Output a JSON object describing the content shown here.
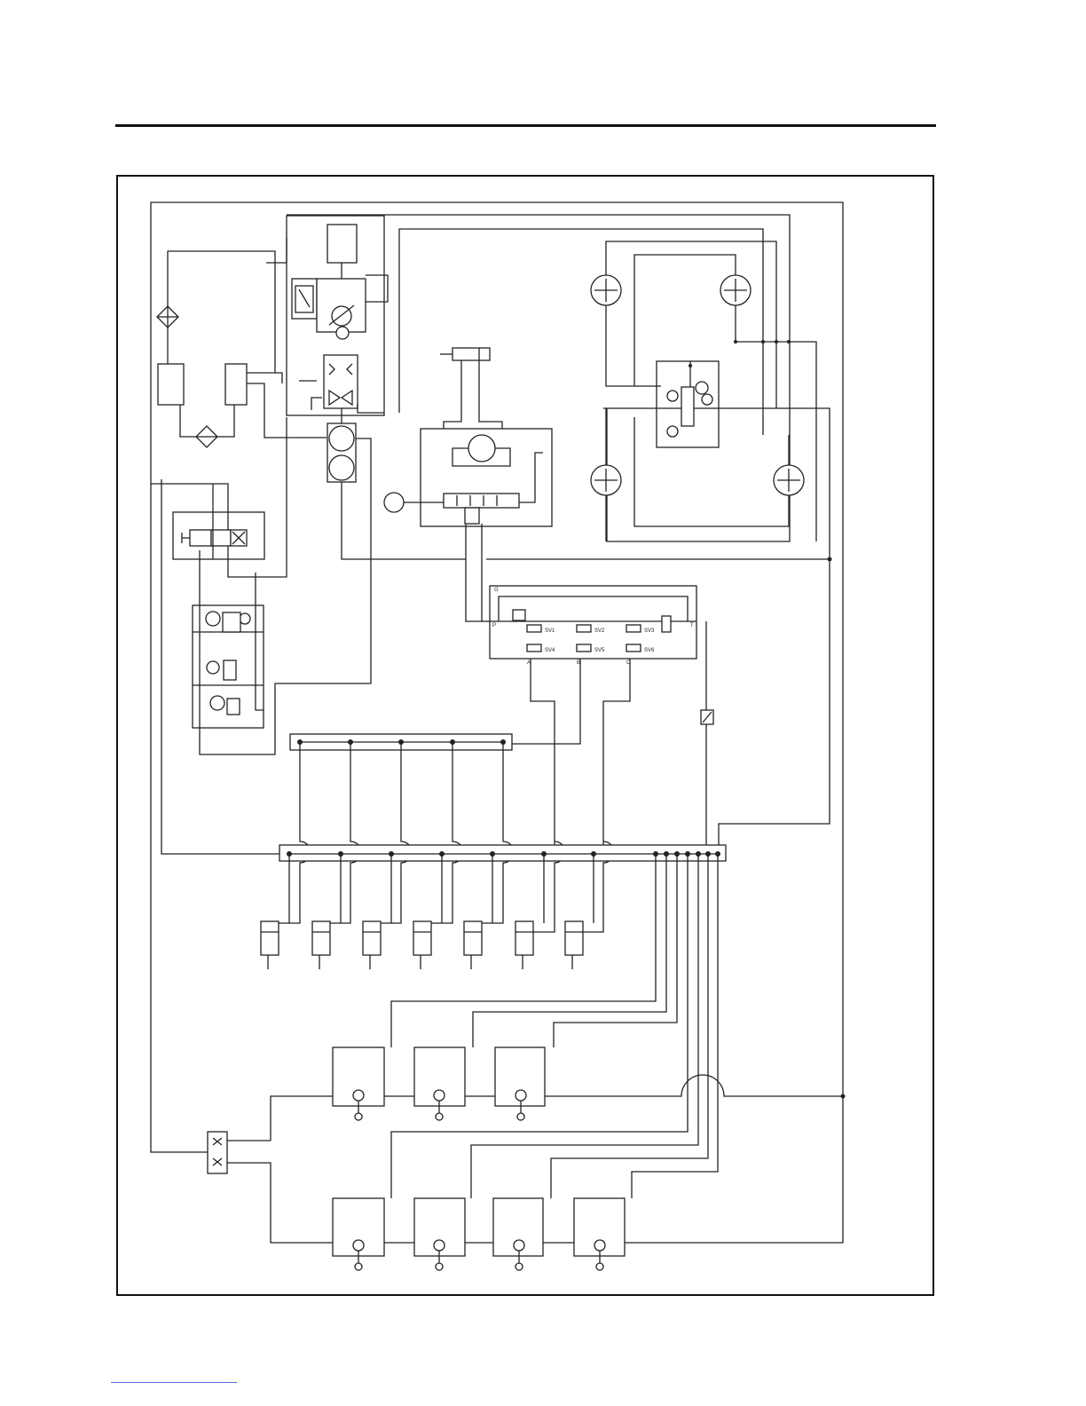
{
  "diagram": {
    "valve_block": {
      "ports": [
        "P",
        "T",
        "G"
      ],
      "solenoids_top": [
        "SV1",
        "SV2",
        "SV3"
      ],
      "solenoids_bottom": [
        "SV4",
        "SV5",
        "SV6"
      ],
      "outlets": [
        "A",
        "B",
        "C"
      ]
    },
    "colors": {
      "line": "#222222",
      "frame": "#111111",
      "footer_rule": "#5a6bd6"
    }
  }
}
